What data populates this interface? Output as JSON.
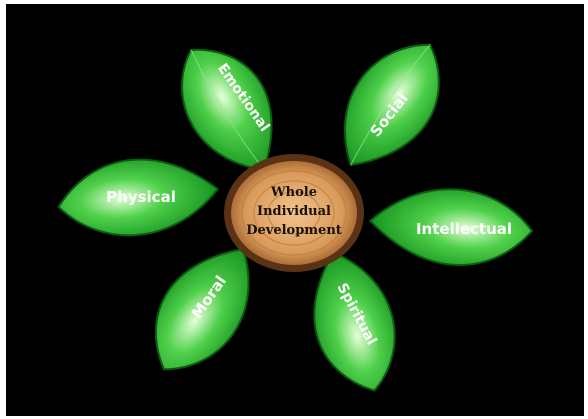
{
  "center": {
    "lines": [
      "Whole",
      "Individual",
      "Development"
    ]
  },
  "petals": [
    {
      "key": "emotional",
      "label": "Emotional"
    },
    {
      "key": "social",
      "label": "Social"
    },
    {
      "key": "intellectual",
      "label": "Intellectual"
    },
    {
      "key": "spiritual",
      "label": "Spiritual"
    },
    {
      "key": "moral",
      "label": "Moral"
    },
    {
      "key": "physical",
      "label": "Physical"
    }
  ],
  "colors": {
    "background": "#000000",
    "leaf_dark": "#0d6b12",
    "leaf_mid": "#22a92b",
    "leaf_light": "#c8f5b8",
    "wood_light": "#e8b47a",
    "wood_dark": "#8a4e22",
    "bark": "#5a3214"
  }
}
